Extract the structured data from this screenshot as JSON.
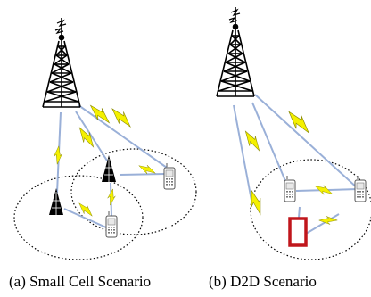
{
  "figure": {
    "captions": {
      "small_cell": "(a) Small Cell Scenario",
      "d2d": "(b) D2D Scenario"
    }
  },
  "colors": {
    "lightning_fill": "#f4f000",
    "lightning_stroke": "#8a8a00",
    "link_stroke": "#9ab0d8",
    "tower": "#000000",
    "phone_stroke": "#555555",
    "device_box": "#c0161c",
    "circle": "#000000"
  },
  "icons": {
    "macro_tower": "cell-tower-icon",
    "small_tower": "small-cell-tower-icon",
    "phone": "mobile-phone-icon",
    "link": "lightning-bolt-icon",
    "device": "red-device-box"
  }
}
